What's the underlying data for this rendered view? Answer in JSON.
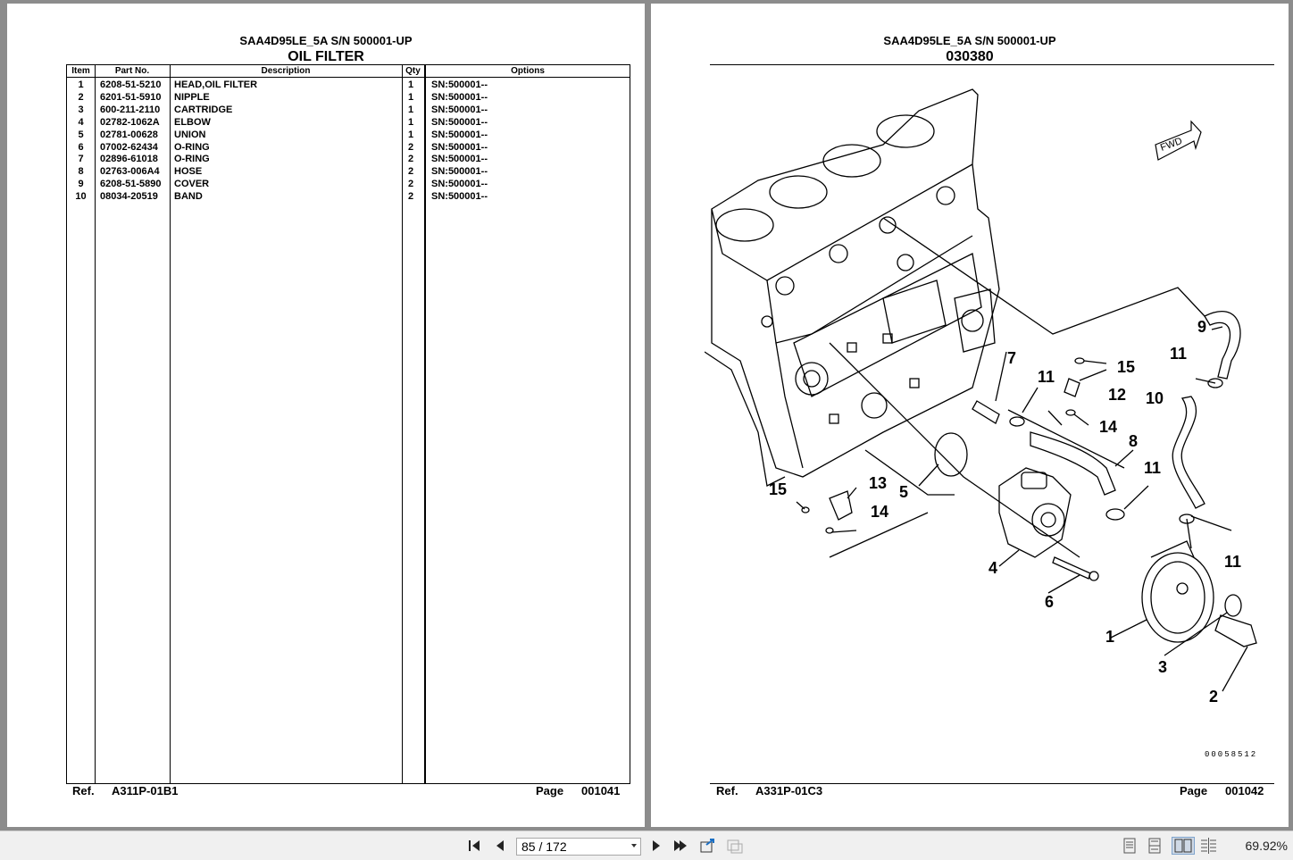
{
  "left_page": {
    "model": "SAA4D95LE_5A S/N 500001-UP",
    "title": "OIL FILTER",
    "columns": [
      "Item",
      "Part No.",
      "Description",
      "Qty",
      "Options"
    ],
    "rows": [
      {
        "item": "1",
        "part_no": "6208-51-5210",
        "description": "HEAD,OIL FILTER",
        "qty": "1",
        "options": "SN:500001--"
      },
      {
        "item": "2",
        "part_no": "6201-51-5910",
        "description": "NIPPLE",
        "qty": "1",
        "options": "SN:500001--"
      },
      {
        "item": "3",
        "part_no": "600-211-2110",
        "description": "CARTRIDGE",
        "qty": "1",
        "options": "SN:500001--"
      },
      {
        "item": "4",
        "part_no": "02782-1062A",
        "description": "ELBOW",
        "qty": "1",
        "options": "SN:500001--"
      },
      {
        "item": "5",
        "part_no": "02781-00628",
        "description": "UNION",
        "qty": "1",
        "options": "SN:500001--"
      },
      {
        "item": "6",
        "part_no": "07002-62434",
        "description": "O-RING",
        "qty": "2",
        "options": "SN:500001--"
      },
      {
        "item": "7",
        "part_no": "02896-61018",
        "description": "O-RING",
        "qty": "2",
        "options": "SN:500001--"
      },
      {
        "item": "8",
        "part_no": "02763-006A4",
        "description": "HOSE",
        "qty": "2",
        "options": "SN:500001--"
      },
      {
        "item": "9",
        "part_no": "6208-51-5890",
        "description": "COVER",
        "qty": "2",
        "options": "SN:500001--"
      },
      {
        "item": "10",
        "part_no": "08034-20519",
        "description": "BAND",
        "qty": "2",
        "options": "SN:500001--"
      }
    ],
    "ref_label": "Ref.",
    "ref_value": "A311P-01B1",
    "page_label": "Page",
    "page_value": "001041"
  },
  "right_page": {
    "model": "SAA4D95LE_5A S/N 500001-UP",
    "title": "030380",
    "fwd_label": "FWD",
    "callouts": [
      "9",
      "11",
      "10",
      "15",
      "12",
      "7",
      "11",
      "14",
      "8",
      "11",
      "15",
      "13",
      "5",
      "14",
      "4",
      "6",
      "11",
      "1",
      "3",
      "2"
    ],
    "serial": "00058512",
    "ref_label": "Ref.",
    "ref_value": "A331P-01C3",
    "page_label": "Page",
    "page_value": "001042"
  },
  "toolbar": {
    "page_indicator": "85 / 172",
    "zoom": "69.92%"
  }
}
